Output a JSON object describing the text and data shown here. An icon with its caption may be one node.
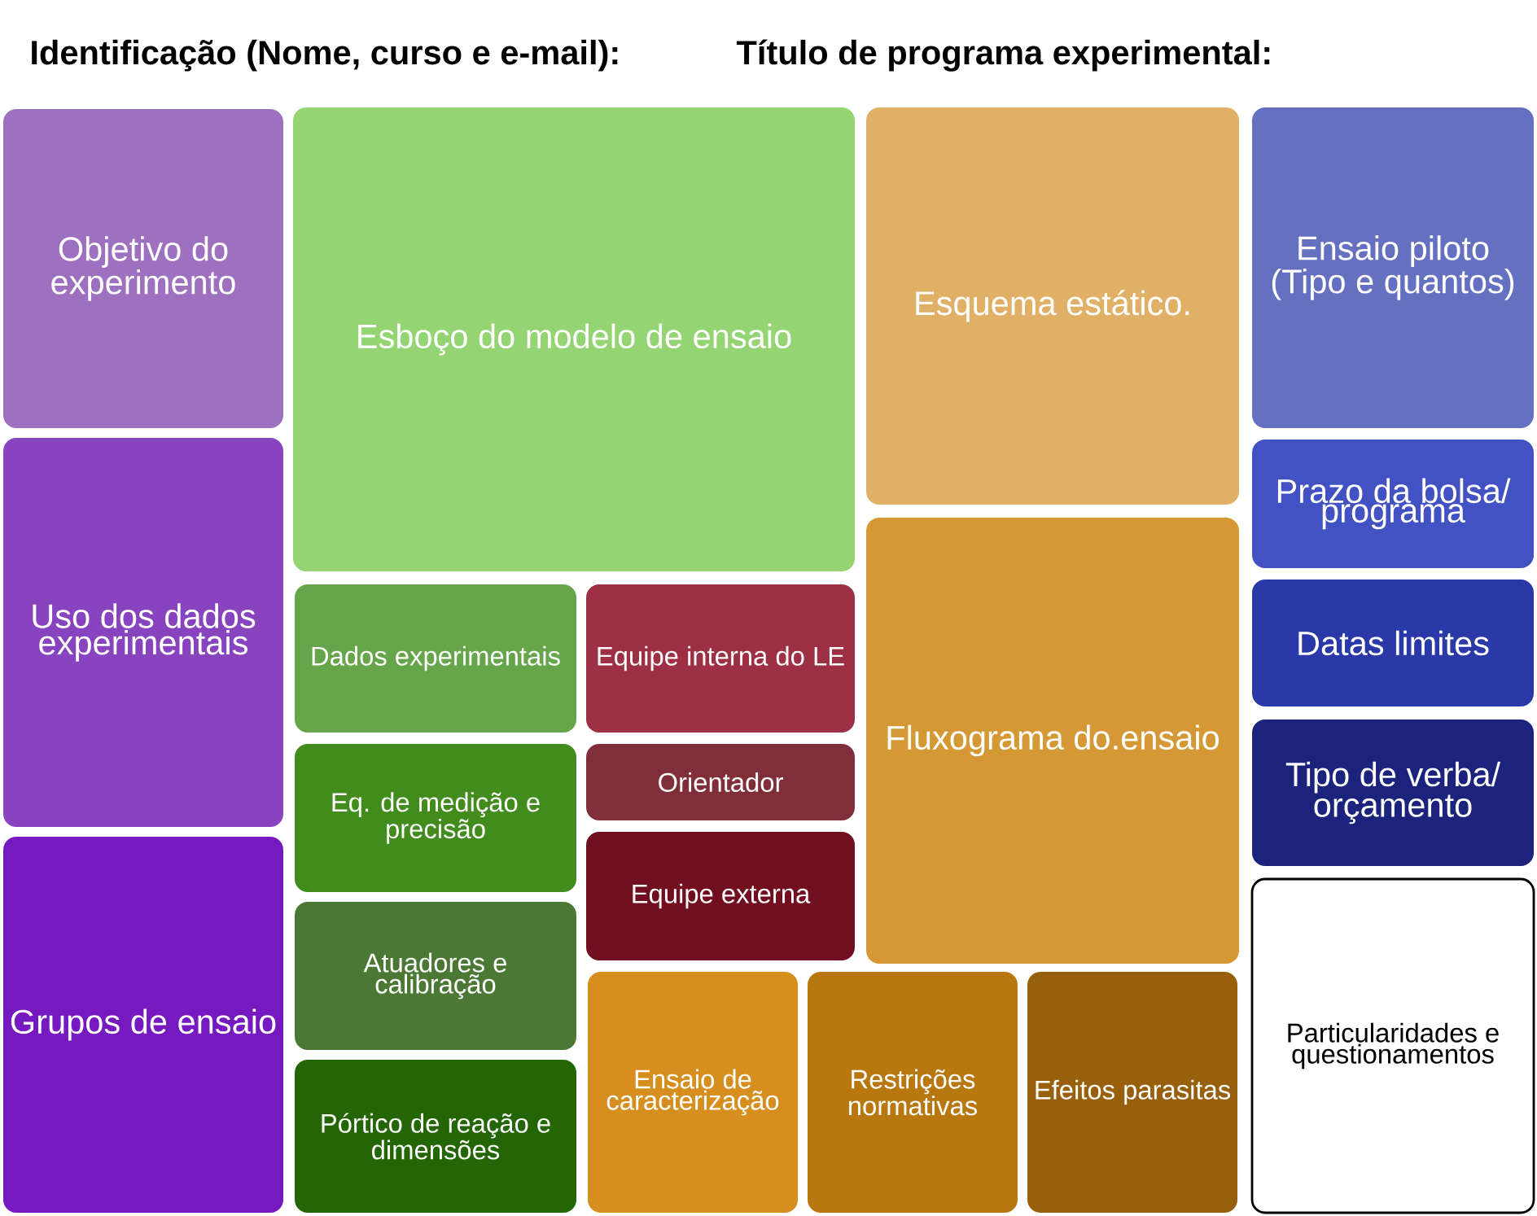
{
  "diagram": {
    "nodes": [
      {
        "text": [
          "Objetivo do experimento"
        ]
      },
      {
        "text": [
          "Uso dos dados experimentais"
        ]
      },
      {
        "text": [
          "Grupos de ensaio"
        ]
      },
      {
        "text": [
          "Esboço do modelo de ensaio"
        ]
      },
      {
        "text": [
          "Dados experimentais"
        ]
      },
      {
        "text": [
          "Equipe interna do LE"
        ]
      },
      {
        "text": [
          "Eq. de medição e precisão"
        ]
      },
      {
        "text": [
          "Orientador"
        ]
      },
      {
        "text": [
          "Atuadores e calibração"
        ]
      },
      {
        "text": [
          "Equipe externa"
        ]
      },
      {
        "text": [
          "Pórtico de reação e dimensões"
        ]
      },
      {
        "text": [
          "Ensaio de caracterização"
        ]
      },
      {
        "text": [
          "Restrições normativas"
        ]
      },
      {
        "text": [
          "Efeitos parasitas"
        ]
      },
      {
        "text": [
          "Esquema estático."
        ]
      },
      {
        "text": [
          "Fluxograma do.ensaio"
        ]
      },
      {
        "text": [
          "Ensaio piloto (Tipo e quantos)"
        ]
      },
      {
        "text": [
          "Prazo da bolsa/ programa"
        ]
      },
      {
        "text": [
          "Datas limites"
        ]
      },
      {
        "text": [
          "Tipo de verba/ orçamento"
        ]
      },
      {
        "text": [
          "Particularidades e questionamentos"
        ]
      }
    ],
    "labels": [
      "Identificação (Nome, curso e e-mail):",
      "Título de programa experimental:"
    ]
  }
}
